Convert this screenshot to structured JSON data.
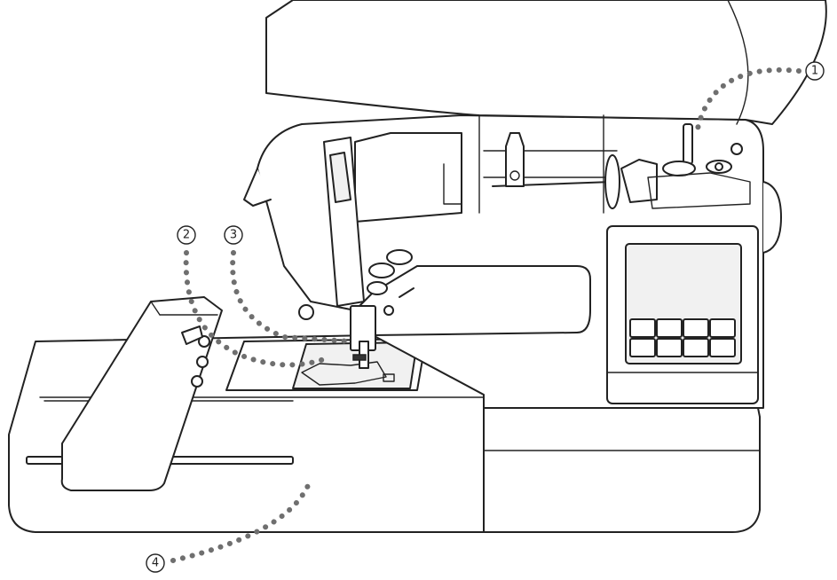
{
  "figure": {
    "callouts": [
      {
        "id": "c1",
        "label": "1"
      },
      {
        "id": "c2",
        "label": "2"
      },
      {
        "id": "c3",
        "label": "3"
      },
      {
        "id": "c4",
        "label": "4"
      }
    ],
    "colors": {
      "line": "#222222",
      "dots": "#6f6f6f",
      "background": "#ffffff"
    }
  }
}
